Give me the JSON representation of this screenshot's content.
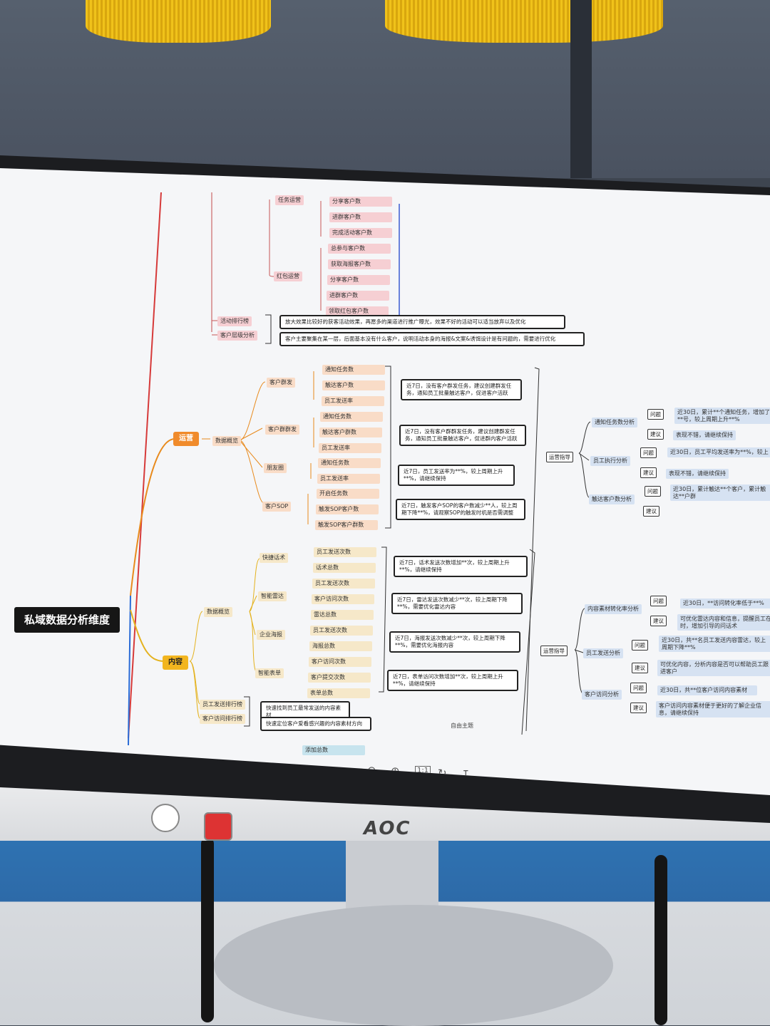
{
  "monitor_brand": "AOC",
  "mindmap": {
    "root": "私域数据分析维度",
    "branches": {
      "yunying": "运营",
      "neirong": "内容"
    },
    "top": {
      "task": "任务运营",
      "share_count": "分享客户数",
      "join_group": "进群客户数",
      "complete_activity": "完成活动客户数",
      "redpacket": "红包运营",
      "rp_items": [
        "总参与客户数",
        "获取海报客户数",
        "分享客户数",
        "进群客户数",
        "领取红包客户数"
      ],
      "activity_rank": "活动排行榜",
      "customer_level": "客户层级分析",
      "note1": "放大效果比较好的获客活动效果，再愿多的渠道进行推广曝光，效果不好的活动可以适当放弃以及优化",
      "note2": "客户主要聚集在某一层，后面基本没有什么客户，说明活动本身的海报&文案&诱饵设计是有问题的，需要进行优化"
    },
    "ops": {
      "overview": "数据概览",
      "groups": [
        {
          "name": "客户群发",
          "items": [
            "通知任务数",
            "触达客户数",
            "员工发送率"
          ]
        },
        {
          "name": "客户群群发",
          "items": [
            "通知任务数",
            "触达客户群数",
            "员工发送率"
          ]
        },
        {
          "name": "朋友圈",
          "items": [
            "通知任务数",
            "员工发送率"
          ]
        },
        {
          "name": "客户SOP",
          "items": [
            "开启任务数",
            "触发SOP客户数",
            "触发SOP客户群数"
          ]
        }
      ],
      "notes": [
        "近7日，没有客户群发任务，建议创建群发任务，通知员工批量触达客户，促进客户活跃",
        "近7日，没有客户群群发任务，建议创建群发任务，通知员工批量触达客户，促进群内客户活跃",
        "近7日，员工发送率为**%，较上周期上升**%，请继续保持",
        "近7日，触发客户SOP的客户数减少**人，较上周期下降**%，请观察SOP的触发时机是否需调整"
      ],
      "guide": "运营指导",
      "analysis": [
        {
          "name": "通知任务数分析",
          "q": "问题",
          "q_text": "近30日，累计**个通知任务，增加了**号，较上周期上升**%",
          "s": "建议",
          "s_text": "表现不错，请继续保持"
        },
        {
          "name": "员工执行分析",
          "q": "问题",
          "q_text": "近30日，员工平均发送率为**%，较上",
          "s": "建议",
          "s_text": "表现不错，请继续保持"
        },
        {
          "name": "触达客户数分析",
          "q": "问题",
          "q_text": "近30日，累计触达**个客户，累计触达**户群",
          "s": "建议",
          "s_text": ""
        }
      ]
    },
    "content": {
      "overview": "数据概览",
      "groups": [
        {
          "name": "快捷话术",
          "items": [
            "员工发送次数",
            "话术总数"
          ]
        },
        {
          "name": "智能雷达",
          "items": [
            "员工发送次数",
            "客户访问次数",
            "雷达总数"
          ]
        },
        {
          "name": "企业海报",
          "items": [
            "员工发送次数",
            "海报总数"
          ]
        },
        {
          "name": "智能表单",
          "items": [
            "客户访问次数",
            "客户提交次数",
            "表单总数"
          ]
        }
      ],
      "notes": [
        "近7日，话术发送次数增加**次，较上周期上升**%，请继续保持",
        "近7日，雷达发送次数减少**次，较上周期下降**%，需要优化雷达内容",
        "近7日，海报发送次数减少**次，较上周期下降**%，需要优化海报内容",
        "近7日，表单访问次数增加**次，较上周期上升**%，请继续保持"
      ],
      "staff_rank": "员工发送排行榜",
      "customer_rank": "客户访问排行榜",
      "staff_rank_note": "快速找到员工最常发送的内容素材",
      "customer_rank_note": "快速定位客户爱看感兴趣的内容素材方向",
      "guide": "运营指导",
      "analysis": [
        {
          "name": "内容素材转化率分析",
          "q": "问题",
          "q_text": "近30日，**访问转化率低于**%",
          "s": "建议",
          "s_text": "可优化雷达内容和信息，提醒员工在时，增加引导的问话术"
        },
        {
          "name": "员工发送分析",
          "q": "问题",
          "q_text": "近30日，共**名员工发送内容雷达，较上周期下降**%",
          "s": "建议",
          "s_text": "可优化内容，分析内容是否可以帮助员工跟进客户"
        },
        {
          "name": "客户访问分析",
          "q": "问题",
          "q_text": "近30日，共**位客户访问内容素材",
          "s": "建议",
          "s_text": "客户访问内容素材便于更好的了解企业信息，请继续保持"
        }
      ],
      "free_topic": "自由主题",
      "bottom_node": "添加总数"
    }
  }
}
